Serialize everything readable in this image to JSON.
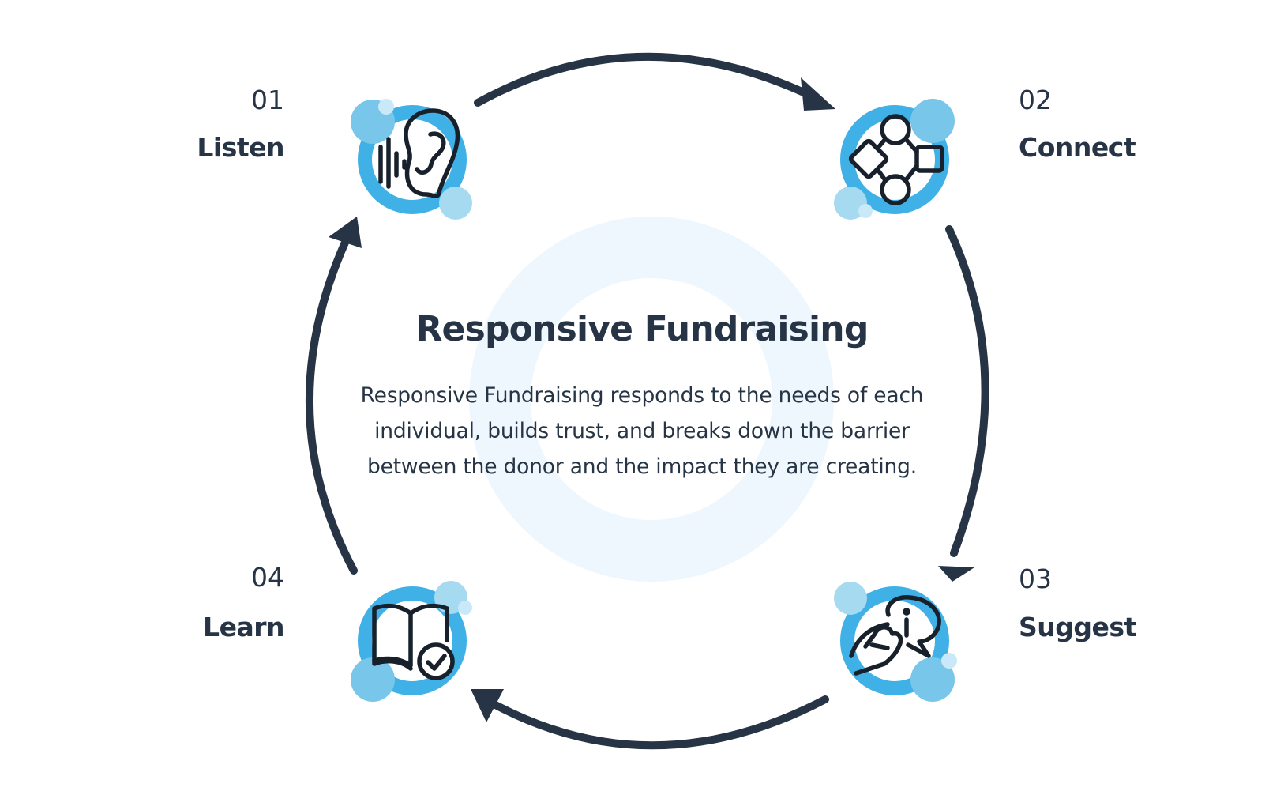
{
  "diagram": {
    "title": "Responsive Fundraising",
    "description": "Responsive Fundraising responds to the needs of each individual, builds trust, and breaks down the barrier between the donor and the impact they are creating.",
    "steps": [
      {
        "number": "01",
        "label": "Listen",
        "icon": "ear-icon"
      },
      {
        "number": "02",
        "label": "Connect",
        "icon": "network-nodes-icon"
      },
      {
        "number": "03",
        "label": "Suggest",
        "icon": "hand-info-bubble-icon"
      },
      {
        "number": "04",
        "label": "Learn",
        "icon": "book-check-icon"
      }
    ],
    "colors": {
      "text": "#263445",
      "arrow": "#263445",
      "ring": "#3fb1e6",
      "bubble": "#78c6ea",
      "bubble_light": "#a6daf1",
      "center_halo": "#eef7fd"
    }
  }
}
